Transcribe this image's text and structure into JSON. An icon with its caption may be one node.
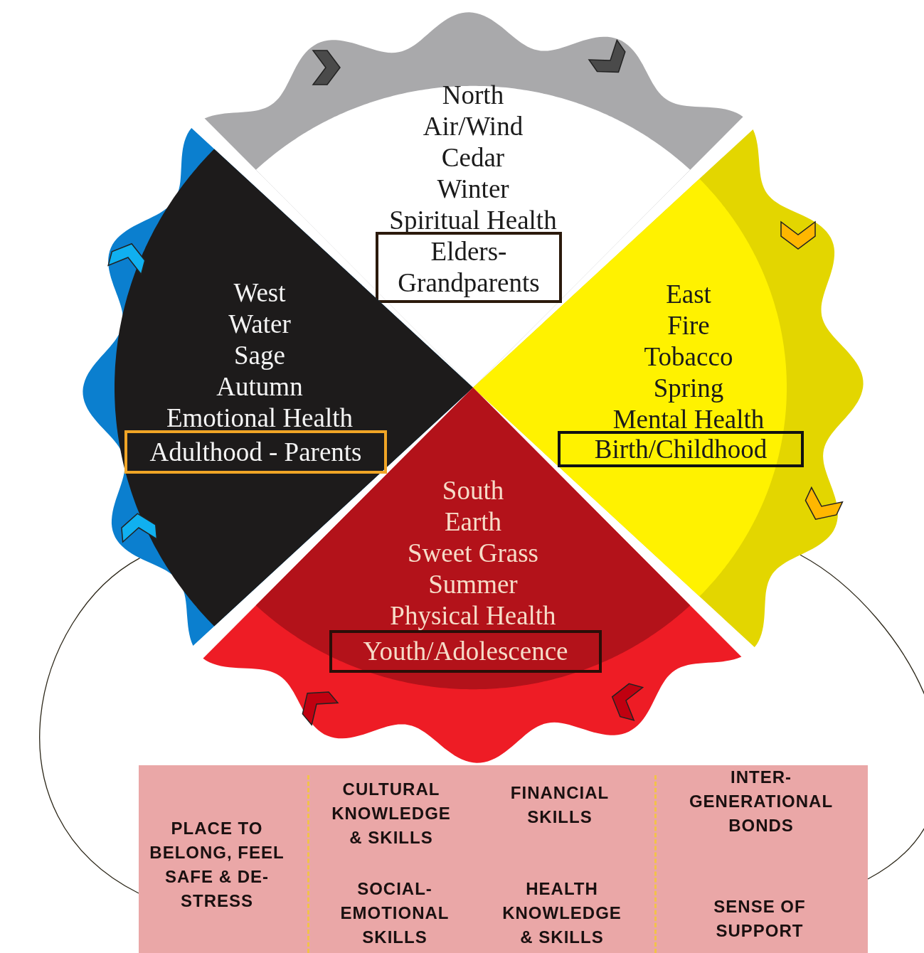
{
  "diagram": {
    "nodes": [
      {
        "text": [],
        "shape": "circle"
      },
      {
        "text": [
          "North",
          "Air/Wind",
          "Cedar",
          "Winter",
          "Spiritual Health"
        ],
        "in": 0
      },
      {
        "text": [
          "Elders- Grandparents"
        ],
        "in": 1
      },
      {
        "text": [
          "West",
          "Water",
          "Sage",
          "Autumn",
          "Emotional Health"
        ],
        "in": 0
      },
      {
        "text": [
          "Adulthood - Parents"
        ],
        "in": 3
      },
      {
        "text": [
          "East",
          "Fire",
          "Tobacco",
          "Spring",
          "Mental Health"
        ],
        "in": 0
      },
      {
        "text": [
          "Birth/Childhood"
        ],
        "in": 5
      },
      {
        "text": [
          "South",
          "Earth",
          "Sweet Grass",
          "Summer",
          "Physical Health"
        ],
        "in": 0
      },
      {
        "text": [
          "Youth/Adolescence"
        ],
        "in": 7
      },
      {
        "text": [
          "PLACE TO BELONG, FEEL SAFE & DE-STRESS",
          "CULTURAL KNOWLEDGE & SKILLS",
          "FINANCIAL SKILLS",
          "INTER- GENERATIONAL BONDS",
          "SOCIAL- EMOTIONAL SKILLS",
          "HEALTH KNOWLEDGE & SKILLS",
          "SENSE OF SUPPORT"
        ]
      }
    ],
    "edges": [
      {
        "from": 0,
        "to": 9,
        "arrow": "none"
      },
      {
        "from": 0,
        "to": 9,
        "arrow": "none"
      }
    ]
  }
}
